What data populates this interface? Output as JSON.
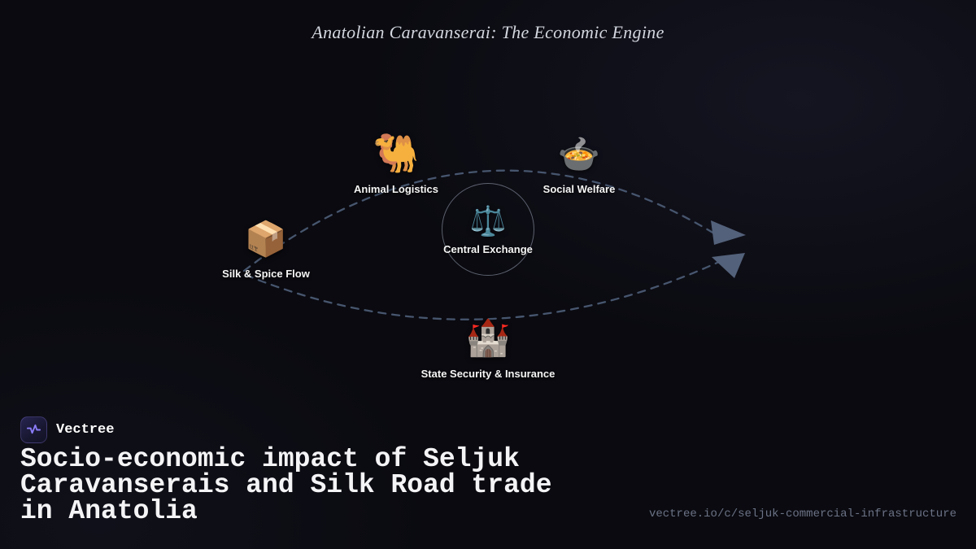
{
  "header": {
    "title": "Anatolian Caravanserai: The Economic Engine"
  },
  "diagram": {
    "center": {
      "label": "Central Exchange",
      "icon_glyph": "⚖️"
    },
    "nodes": [
      {
        "label": "Animal Logistics",
        "icon_glyph": "🐫"
      },
      {
        "label": "Social Welfare",
        "icon_glyph": "🍲"
      },
      {
        "label": "Silk & Spice Flow",
        "icon_glyph": "📦"
      },
      {
        "label": "State Security & Insurance",
        "icon_glyph": "🏰"
      }
    ],
    "path_color": "#47566e",
    "arrow_color": "#53617a"
  },
  "footer": {
    "brand": "Vectree",
    "heading": "Socio-economic impact of Seljuk Caravanserais and Silk Road trade in Anatolia",
    "url": "vectree.io/c/seljuk-commercial-infrastructure",
    "accent_color": "#8b7cf8"
  }
}
